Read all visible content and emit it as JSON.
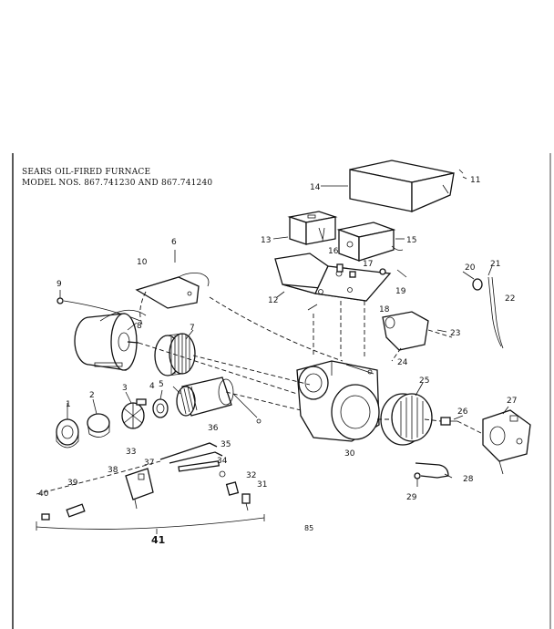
{
  "header": {
    "line1": "SEARS OIL-FIRED FURNACE",
    "line2": "MODEL NOS. 867.741230 AND 867.741240"
  },
  "page_number": "85",
  "callouts": [
    "1",
    "2",
    "3",
    "4",
    "5",
    "6",
    "7",
    "8",
    "9",
    "10",
    "11",
    "12",
    "13",
    "14",
    "15",
    "16",
    "17",
    "18",
    "19",
    "20",
    "21",
    "22",
    "23",
    "24",
    "25",
    "26",
    "27",
    "28",
    "29",
    "30",
    "31",
    "32",
    "33",
    "34",
    "35",
    "36",
    "37",
    "38",
    "39",
    "40",
    "41"
  ]
}
